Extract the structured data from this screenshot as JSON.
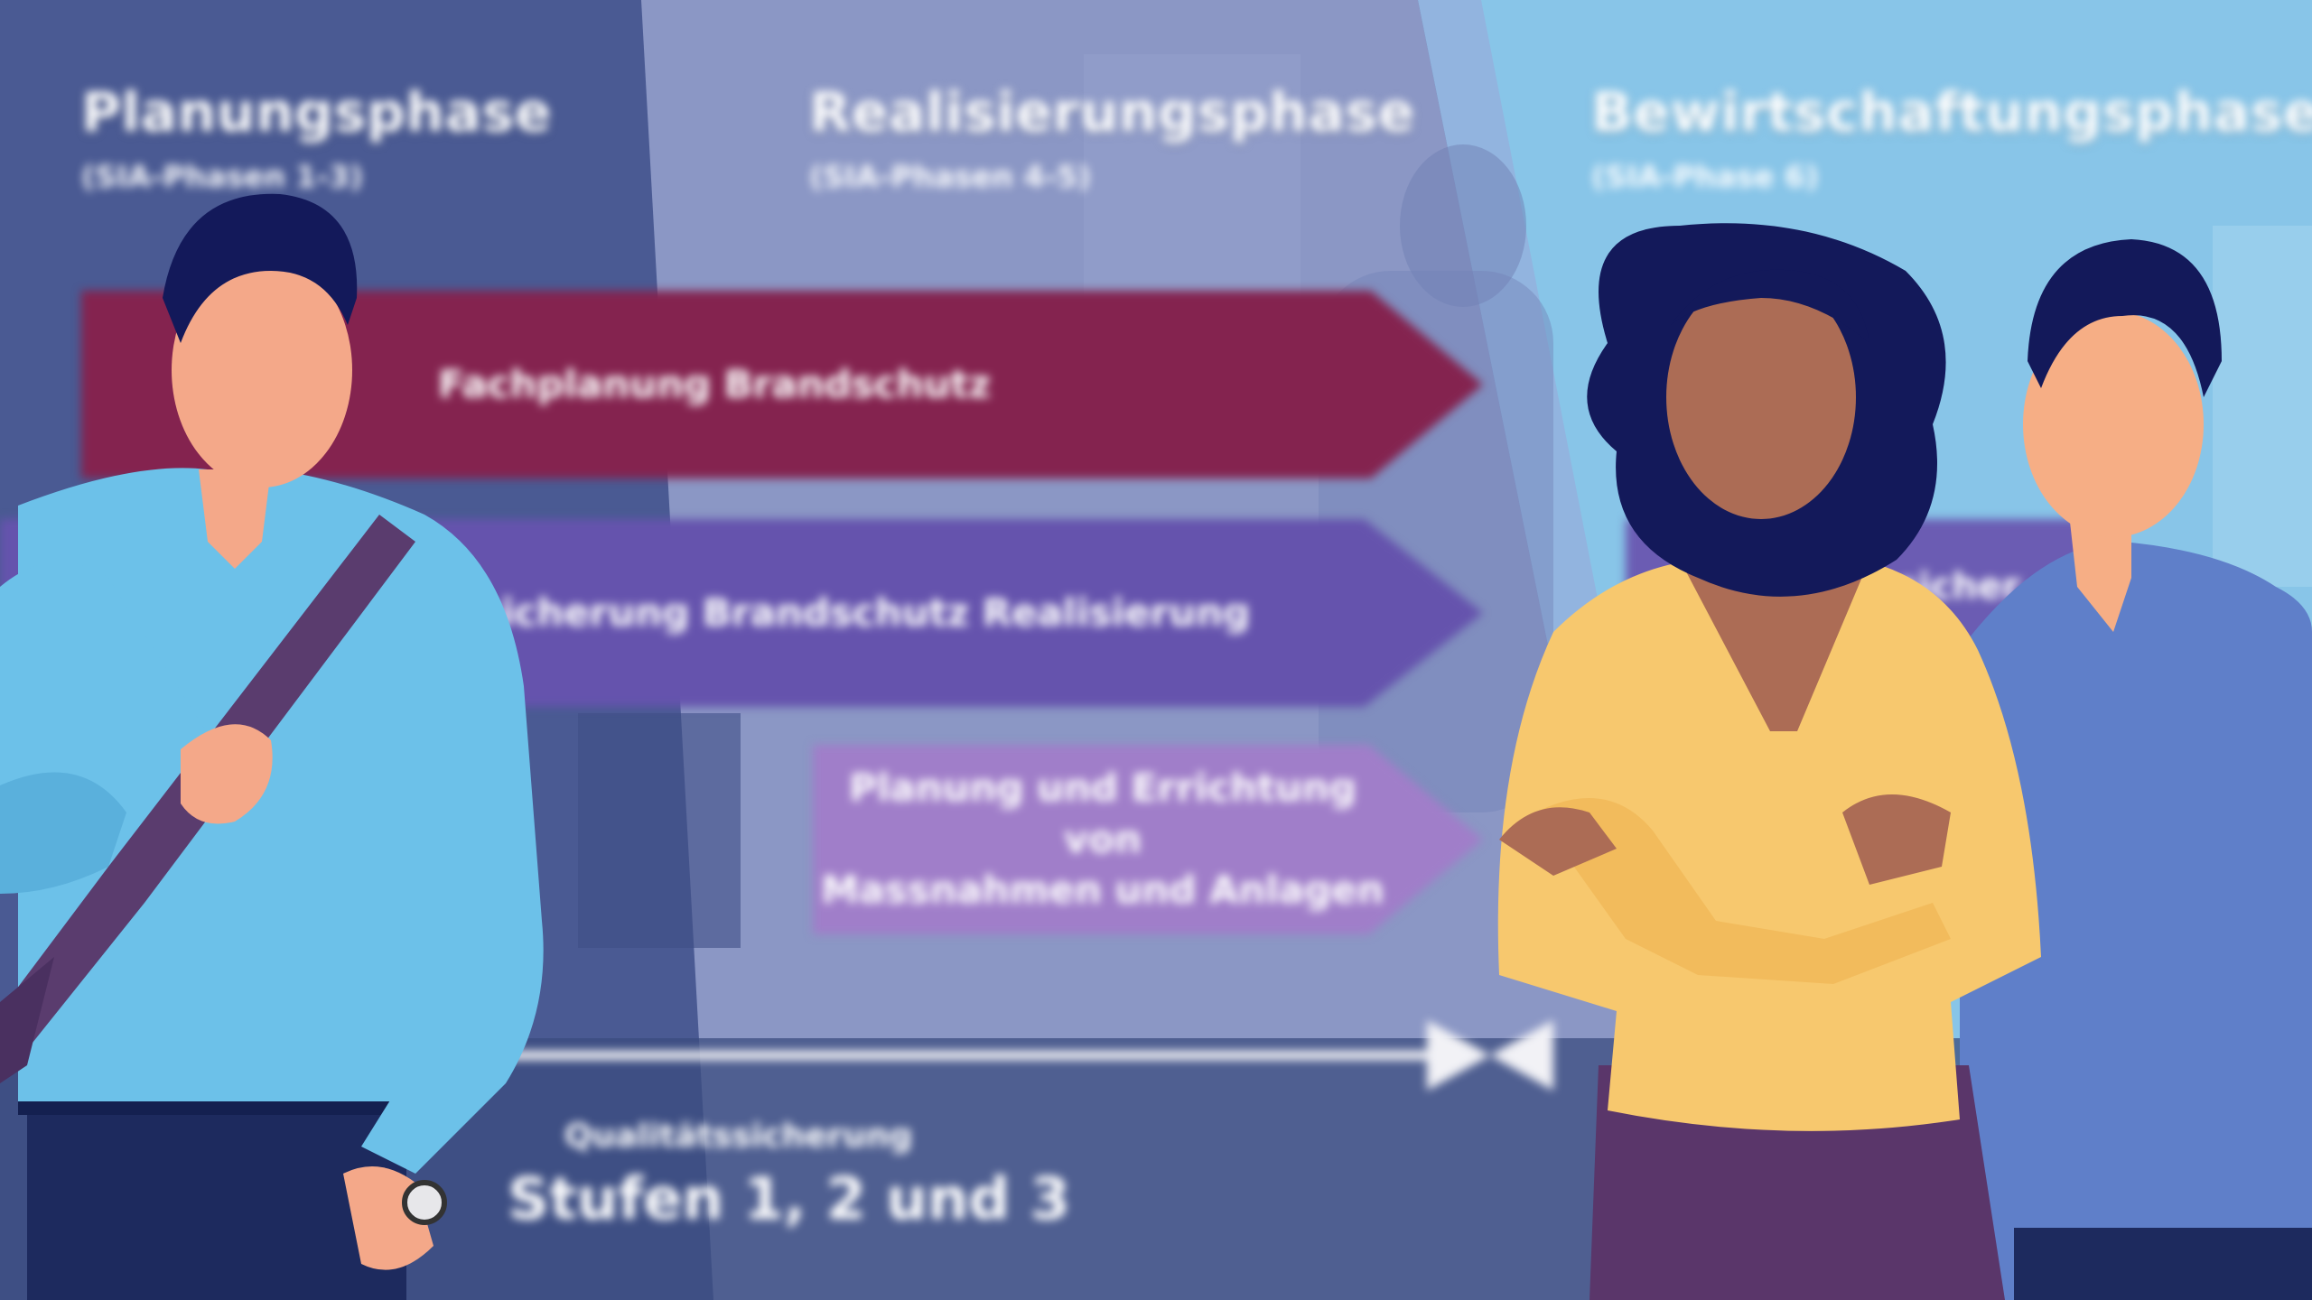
{
  "phases": [
    {
      "title": "Planungsphase",
      "subtitle": "(SIA-Phasen 1-3)"
    },
    {
      "title": "Realisierungsphase",
      "subtitle": "(SIA-Phasen 4-5)"
    },
    {
      "title": "Bewirtschaftungsphase",
      "subtitle": "(SIA-Phase 6)"
    }
  ],
  "arrows": {
    "fachplanung": "Fachplanung Brandschutz",
    "qs_realisierung": "sicherung Brandschutz Realisierung",
    "massnahmen_line1": "Planung und Errichtung von",
    "massnahmen_line2": "Massnahmen und Anlagen",
    "bewirtschaftung_partial": "sicher"
  },
  "quality": {
    "label": "Qualitätssicherung",
    "levels": "Stufen 1, 2 und 3"
  },
  "colors": {
    "planning_panel": "#4a5a93",
    "realization_panel": "#8b97c5",
    "operation_panel": "#88c5e8",
    "fachplanung_arrow": "#84234f",
    "qs_arrow": "#6553ad",
    "massnahmen_arrow": "#a07ec9",
    "shirt_man_left": "#6cc1e9",
    "sweater_woman": "#f7c86e",
    "shirt_man_right": "#5f7fc9",
    "hair": "#13195a"
  }
}
